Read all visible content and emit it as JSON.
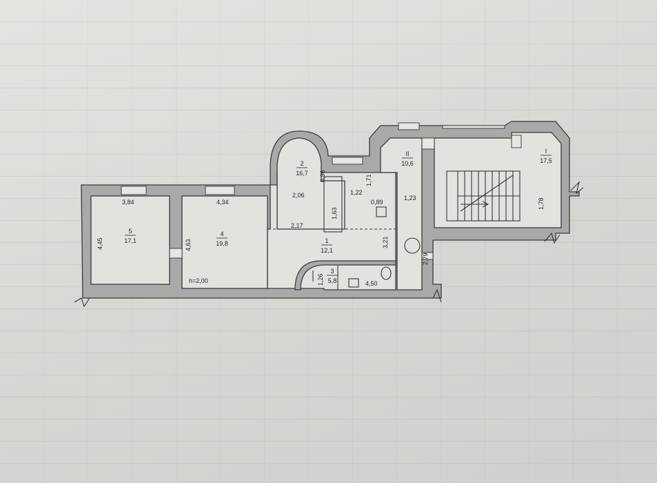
{
  "rooms": [
    {
      "id": "1",
      "number": "1",
      "area": "12,1"
    },
    {
      "id": "2",
      "number": "2",
      "area": "16,7"
    },
    {
      "id": "3",
      "number": "3",
      "area": "5,8"
    },
    {
      "id": "4",
      "number": "4",
      "area": "19,8"
    },
    {
      "id": "5",
      "number": "5",
      "area": "17,1"
    },
    {
      "id": "10",
      "number": "II",
      "area": "10,6"
    },
    {
      "id": "11",
      "number": "I",
      "area": "17,5"
    }
  ],
  "dimensions": {
    "d384": "3,84",
    "d434": "4,34",
    "d445": "4,45",
    "d463": "4,63",
    "d206": "2,06",
    "d096": "0,96",
    "d163": "1,63",
    "d122": "1,22",
    "d171": "1,71",
    "d089": "0,89",
    "d217": "2,17",
    "d321": "3,21",
    "d126": "1,26",
    "d450": "4,50",
    "d279": "2,79",
    "d123": "1,23",
    "d178": "1,78"
  },
  "height_note": "h=2,00"
}
